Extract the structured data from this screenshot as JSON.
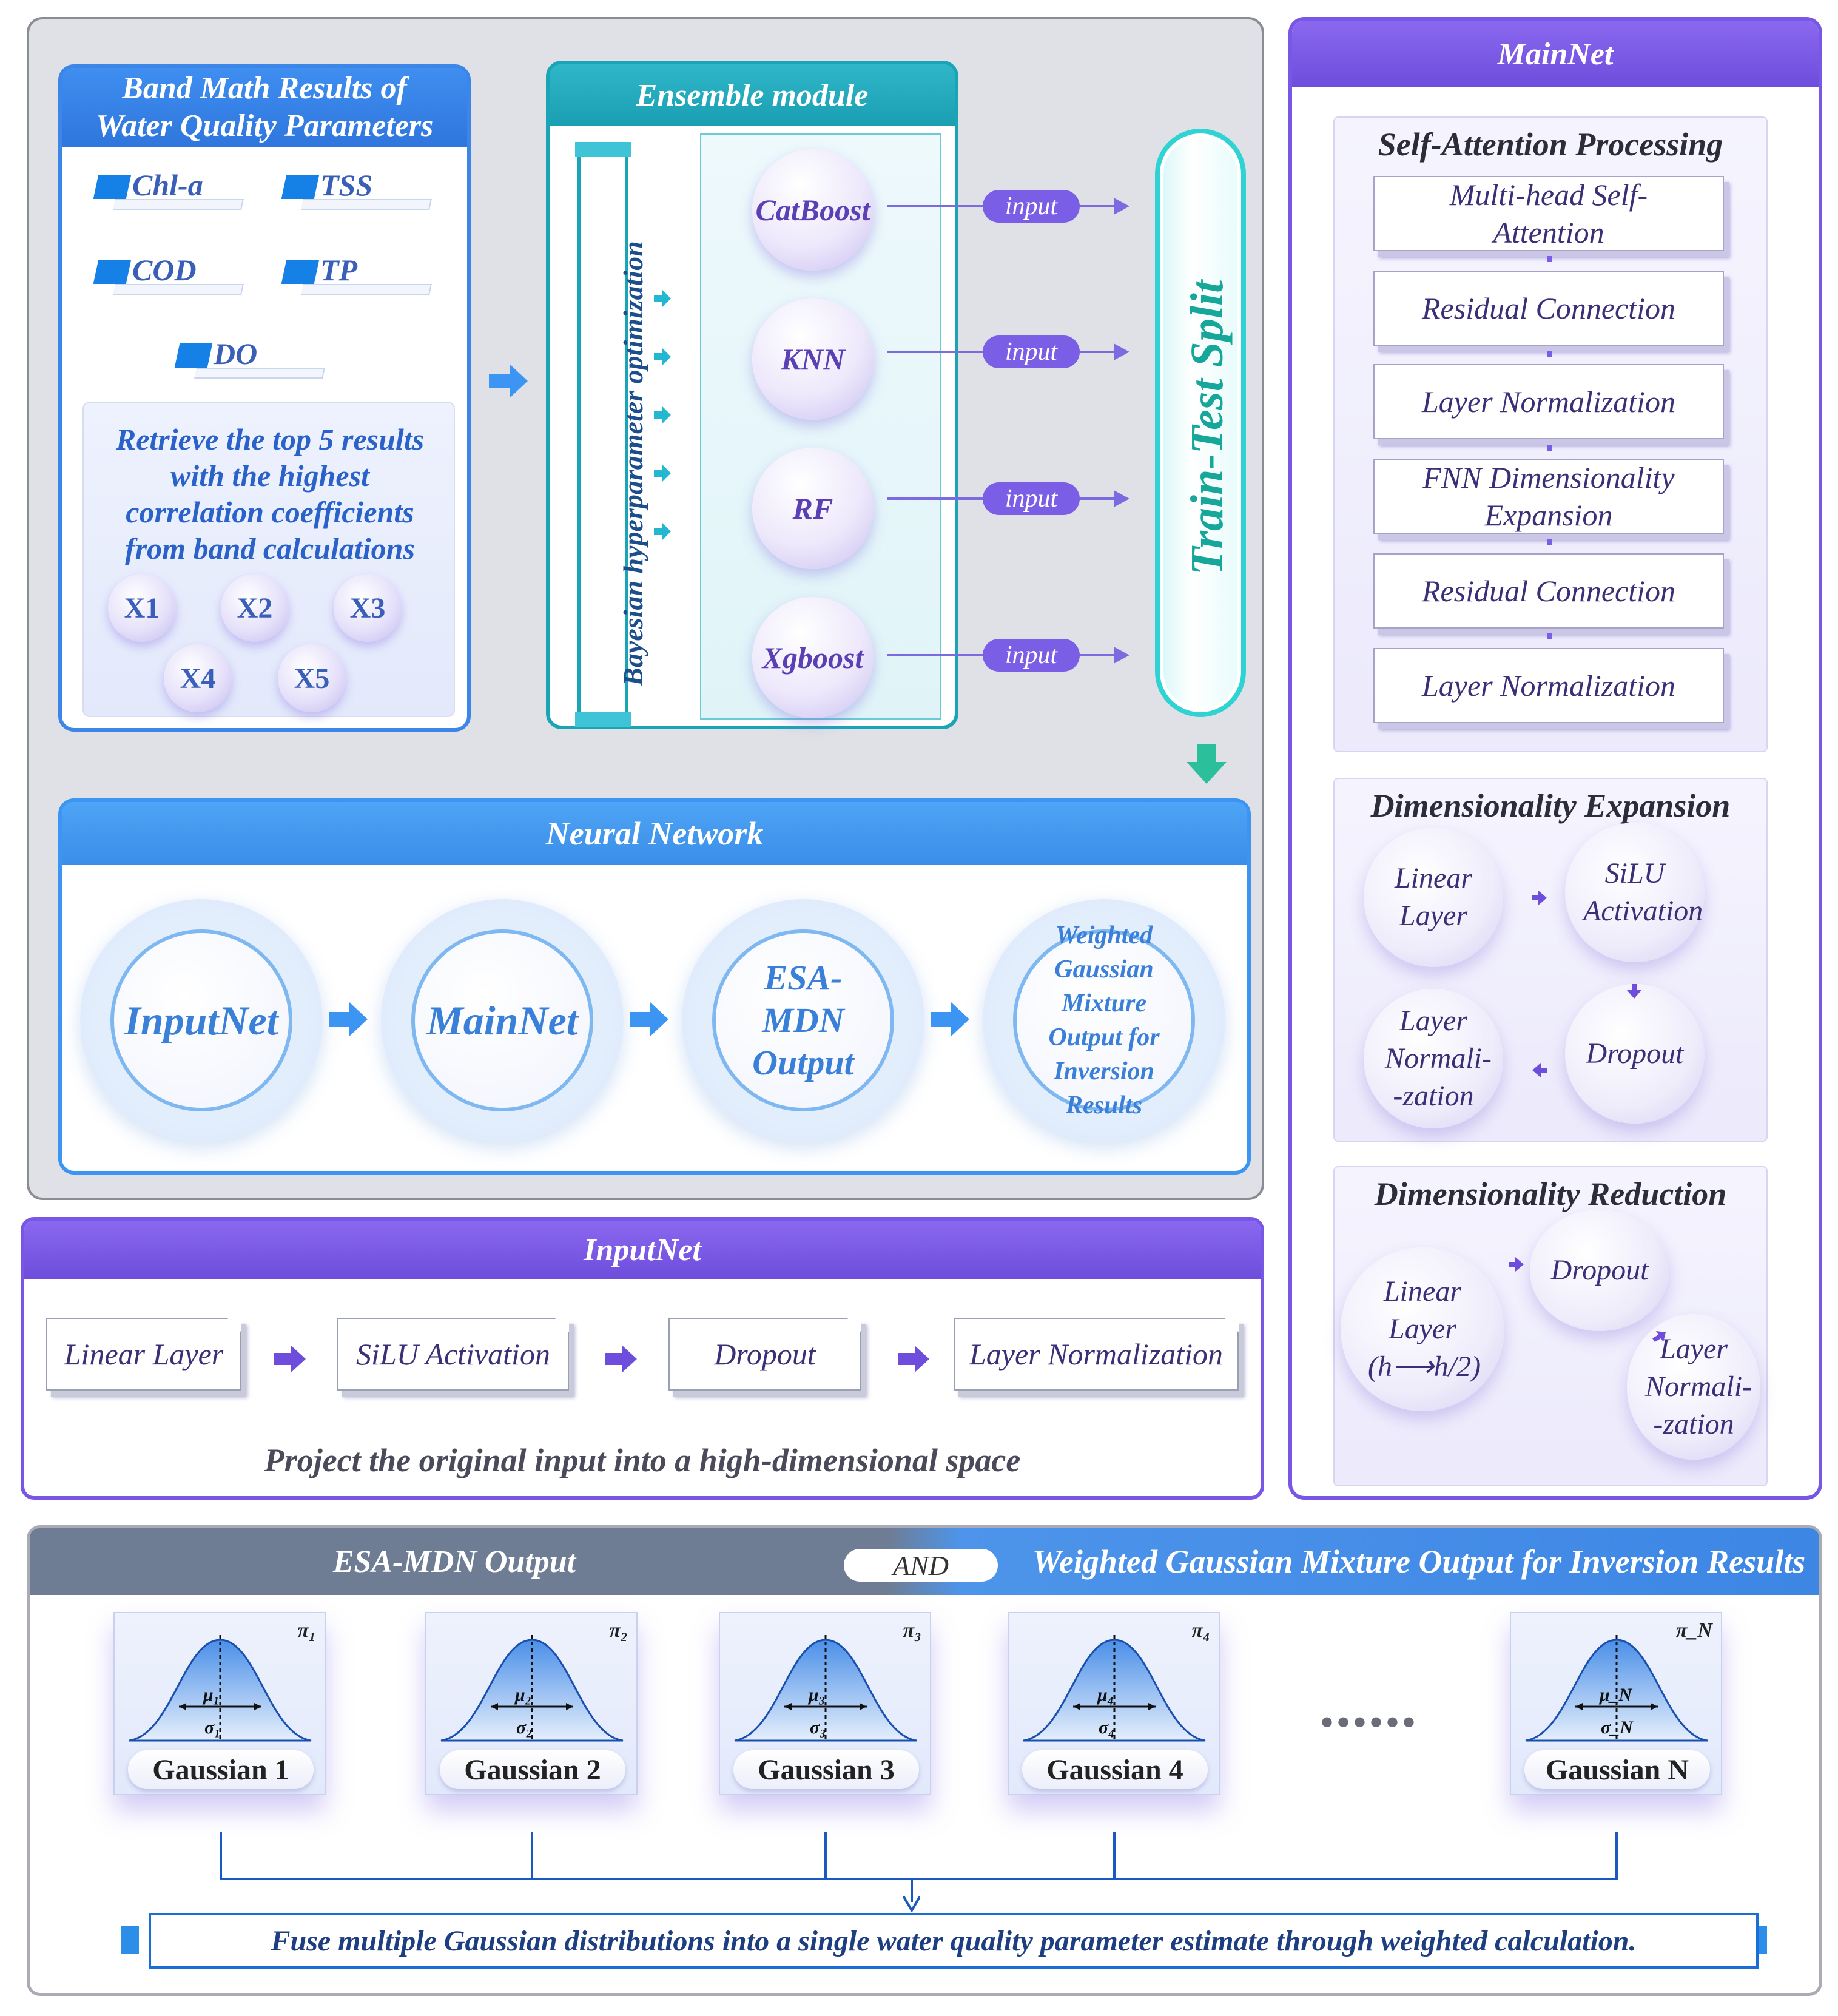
{
  "band_math": {
    "title_line1": "Band Math Results of",
    "title_line2": "Water Quality Parameters",
    "params": [
      "Chl-a",
      "TSS",
      "COD",
      "TP",
      "DO"
    ],
    "retrieve_text": [
      "Retrieve the top 5 results",
      "with the highest",
      "correlation coefficients",
      "from band calculations"
    ],
    "x_items": [
      "X1",
      "X2",
      "X3",
      "X4",
      "X5"
    ]
  },
  "ensemble": {
    "title": "Ensemble module",
    "bayes_label": "Bayesian hyperparameter optimization",
    "models": [
      "CatBoost",
      "KNN",
      "RF",
      "Xgboost"
    ],
    "input_label": "input"
  },
  "train_test_split": "Train-Test Split",
  "neural_network": {
    "title": "Neural Network",
    "nodes": [
      "InputNet",
      "MainNet",
      "ESA-MDN Output",
      "Weighted Gaussian Mixture Output for Inversion Results"
    ]
  },
  "inputnet": {
    "title": "InputNet",
    "layers": [
      "Linear Layer",
      "SiLU Activation",
      "Dropout",
      "Layer Normalization"
    ],
    "caption": "Project the original input into a high-dimensional space"
  },
  "mainnet": {
    "title": "MainNet",
    "self_attention": {
      "title": "Self-Attention Processing",
      "steps": [
        "Multi-head Self-Attention",
        "Residual Connection",
        "Layer Normalization",
        "FNN Dimensionality Expansion",
        "Residual Connection",
        "Layer Normalization"
      ]
    },
    "dim_expansion": {
      "title": "Dimensionality Expansion",
      "nodes": [
        "Linear Layer",
        "SiLU Activation",
        "Dropout",
        "Layer Normali- -zation"
      ]
    },
    "dim_reduction": {
      "title": "Dimensionality Reduction",
      "nodes": [
        "Linear Layer (h⟶h/2)",
        "Dropout",
        "Layer Normali- -zation"
      ]
    }
  },
  "bottom": {
    "left_title": "ESA-MDN  Output",
    "and_label": "AND",
    "right_title": "Weighted Gaussian Mixture Output for Inversion Results",
    "gaussians": [
      {
        "label": "Gaussian 1",
        "pi": "π₁",
        "mu": "μ₁",
        "sigma": "σ₁"
      },
      {
        "label": "Gaussian 2",
        "pi": "π₂",
        "mu": "μ₂",
        "sigma": "σ₂"
      },
      {
        "label": "Gaussian 3",
        "pi": "π₃",
        "mu": "μ₃",
        "sigma": "σ₃"
      },
      {
        "label": "Gaussian 4",
        "pi": "π₄",
        "mu": "μ₄",
        "sigma": "σ₄"
      },
      {
        "label": "Gaussian N",
        "pi": "π_N",
        "mu": "μ_N",
        "sigma": "σ_N"
      }
    ],
    "ellipsis": "••••••",
    "fuse_text": "Fuse multiple Gaussian distributions into a single water quality parameter estimate through weighted calculation."
  }
}
